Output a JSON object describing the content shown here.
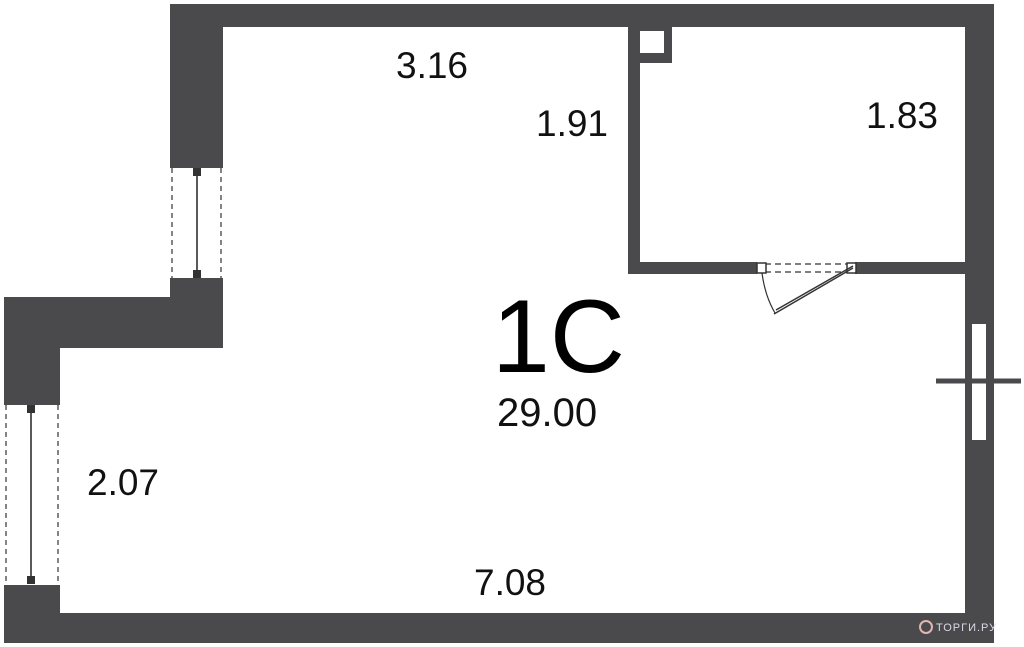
{
  "colors": {
    "wall": "#4a4a4c",
    "floor": "#ffffff",
    "text": "#111111"
  },
  "unit": {
    "code": "1С",
    "area": "29.00"
  },
  "dimensions": {
    "top_wall": "3.16",
    "bathroom_width": "1.91",
    "bathroom_length": "1.83",
    "left_wall": "2.07",
    "bottom_wall": "7.08"
  },
  "watermark": {
    "text": "ТОРГИ.РУ",
    "icon": "logo-mark"
  }
}
